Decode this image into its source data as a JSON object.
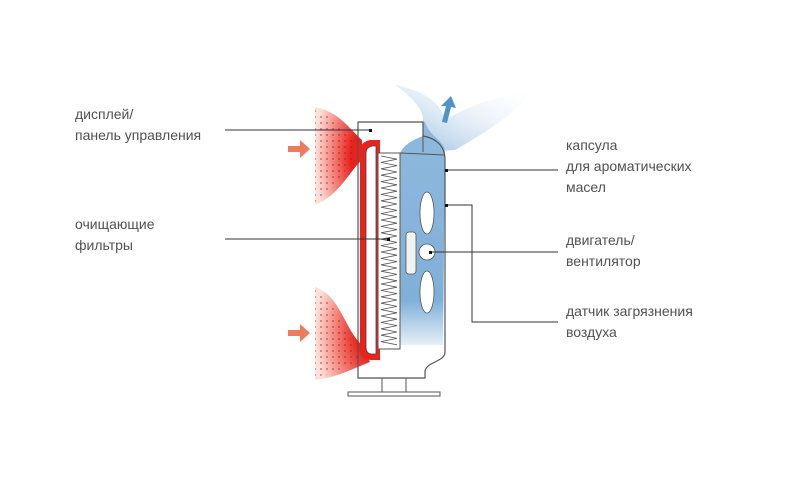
{
  "labels": {
    "display": [
      "дисплей/",
      "панель управления"
    ],
    "filters": [
      "очищающие",
      "фильтры"
    ],
    "capsule": [
      "капсула",
      "для ароматических",
      "масел"
    ],
    "motor": [
      "двигатель/",
      "вентилятор"
    ],
    "sensor": [
      "датчик загрязнения",
      "воздуха"
    ]
  },
  "colors": {
    "dirty_air": "#e8231d",
    "clean_air": "#7fb0d8",
    "arrow_in": "#ef7b5e",
    "arrow_out": "#4f93cc",
    "outline": "#555555"
  }
}
